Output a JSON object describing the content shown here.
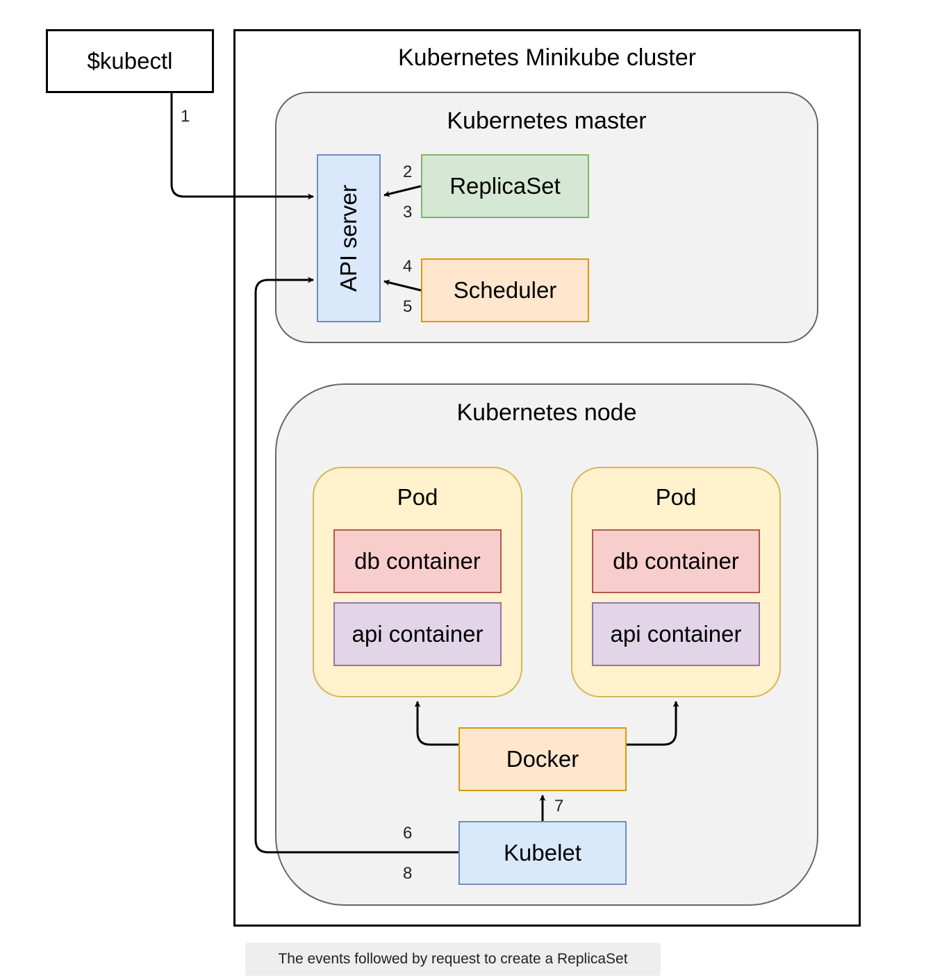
{
  "nodes": {
    "kubectl": "$kubectl",
    "cluster": "Kubernetes Minikube cluster",
    "master": "Kubernetes master",
    "api_server": "API server",
    "replicaset": "ReplicaSet",
    "scheduler": "Scheduler",
    "node": "Kubernetes node",
    "pods": [
      {
        "title": "Pod",
        "db": "db container",
        "api": "api container"
      },
      {
        "title": "Pod",
        "db": "db container",
        "api": "api container"
      }
    ],
    "docker": "Docker",
    "kubelet": "Kubelet"
  },
  "edge_labels": [
    "1",
    "2",
    "3",
    "4",
    "5",
    "6",
    "7",
    "8"
  ],
  "caption": "The events followed by request to create a ReplicaSet",
  "colors": {
    "blue_fill": "#dae8fc",
    "blue_stroke": "#6c8ebf",
    "green_fill": "#d5e8d4",
    "green_stroke": "#82b366",
    "orange_fill": "#ffe6cc",
    "orange_stroke": "#d79b00",
    "yellow_fill": "#fff2cc",
    "yellow_stroke": "#d6b656",
    "red_fill": "#f8cecc",
    "red_stroke": "#b85450",
    "purple_fill": "#e1d5e7",
    "purple_stroke": "#9673a6",
    "group_fill": "#f2f2f2",
    "group_stroke": "#666666"
  }
}
